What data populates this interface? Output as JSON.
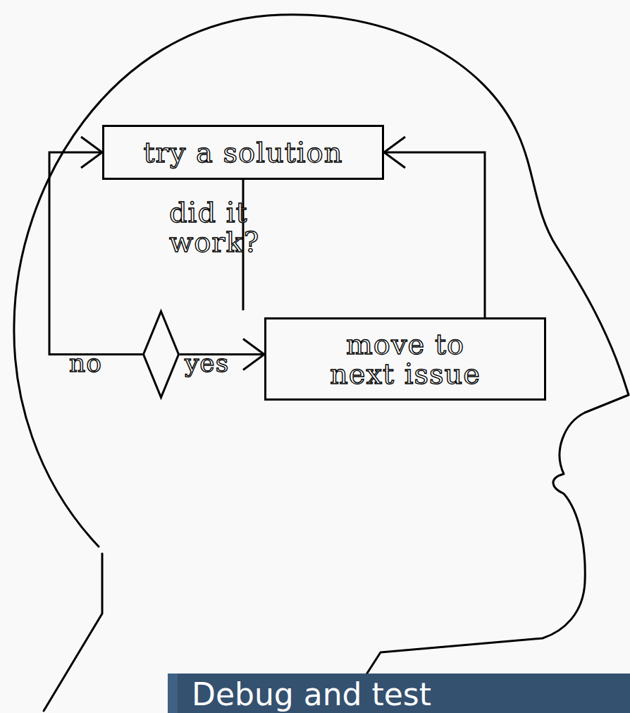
{
  "diagram": {
    "nodes": [
      {
        "text": [
          "try a solution"
        ]
      },
      {
        "text": [
          "did it work?"
        ]
      },
      {
        "text": [
          "move to next issue"
        ]
      },
      {
        "text": [
          "Debug and test"
        ]
      }
    ],
    "edges": [
      {
        "from": 0,
        "to": 1,
        "arrow": "none"
      },
      {
        "from": 1,
        "to": 0,
        "label": "no",
        "arrow": "to"
      },
      {
        "from": 1,
        "to": 2,
        "label": "yes",
        "arrow": "to"
      },
      {
        "from": 2,
        "to": 0,
        "arrow": "to"
      }
    ]
  }
}
